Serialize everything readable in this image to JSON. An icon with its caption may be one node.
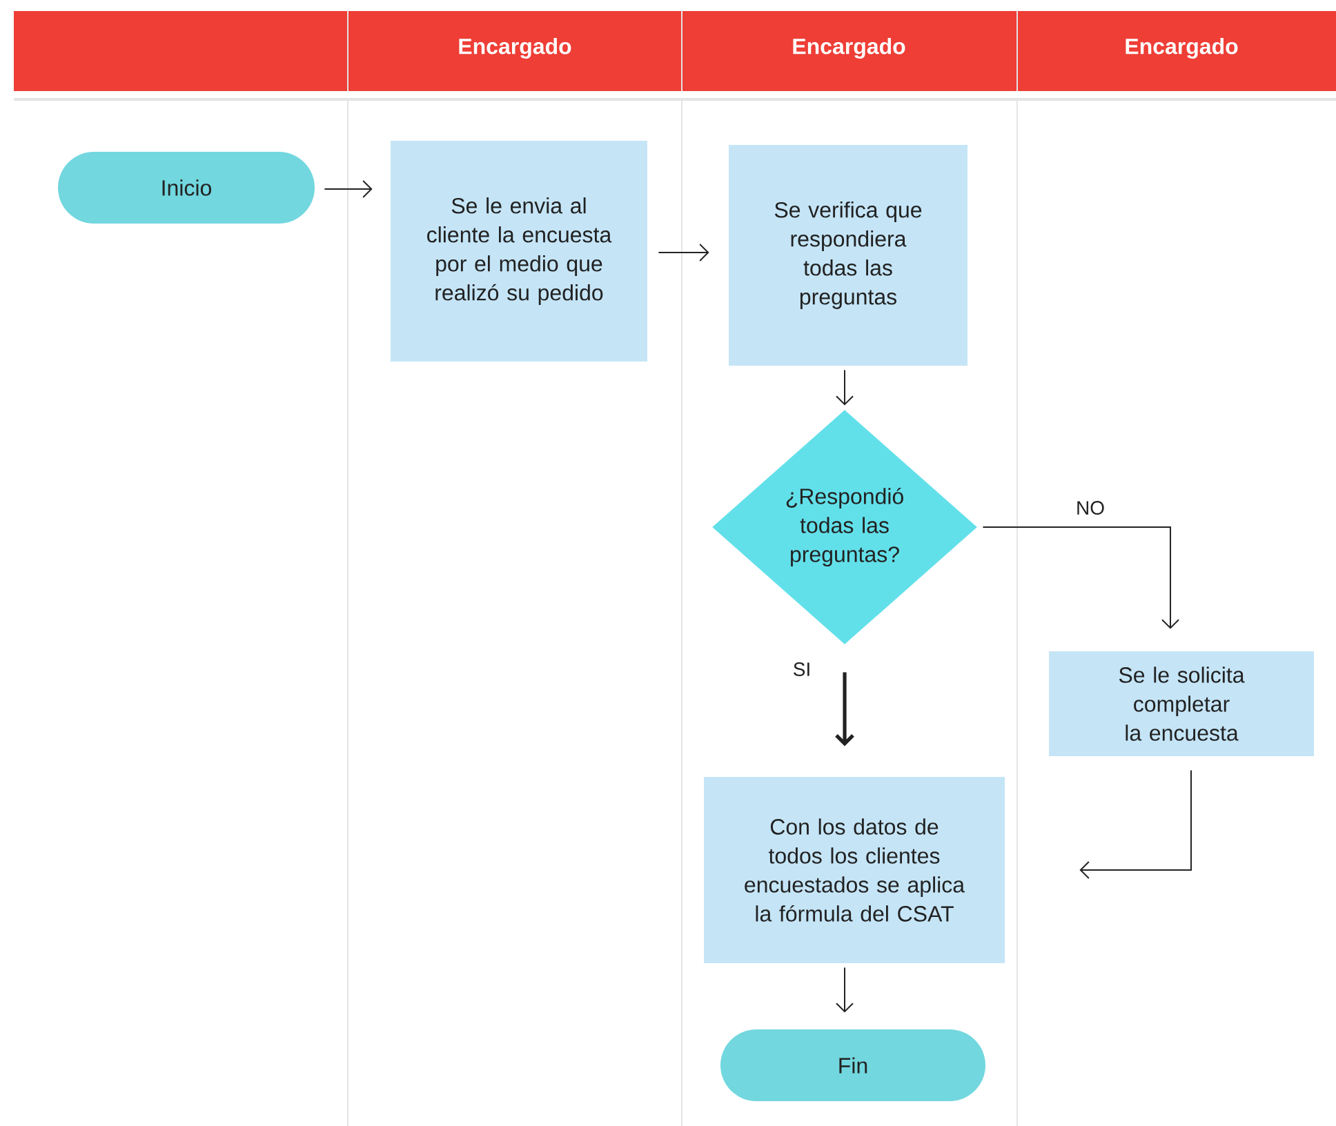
{
  "diagram": {
    "nodes": [
      {
        "text": [
          "Inicio"
        ]
      },
      {
        "text": [
          "Se le envia al cliente la encuesta por el medio que realizó su pedido"
        ]
      },
      {
        "text": [
          "Se verifica que respondiera todas las preguntas"
        ]
      },
      {
        "text": [
          "¿Respondió todas las preguntas?"
        ]
      },
      {
        "text": [
          "Se le solicita completar la encuesta"
        ]
      },
      {
        "text": [
          "Con los datos de todos los clientes encuestados se aplica la fórmula del CSAT"
        ]
      },
      {
        "text": [
          "Fin"
        ]
      }
    ],
    "edges": [
      {
        "from": 0,
        "to": 1,
        "arrow": "to"
      },
      {
        "from": 1,
        "to": 2,
        "arrow": "to"
      },
      {
        "from": 2,
        "to": 3,
        "arrow": "to"
      },
      {
        "from": 3,
        "to": 4,
        "arrow": "to",
        "label": "NO"
      },
      {
        "from": 3,
        "to": 5,
        "arrow": "to",
        "label": "SI",
        "style": "thick"
      },
      {
        "from": 4,
        "to": 5,
        "arrow": "to"
      },
      {
        "from": 5,
        "to": 6,
        "arrow": "to"
      }
    ],
    "labels": [
      "Encargado",
      "Encargado",
      "Encargado"
    ]
  }
}
